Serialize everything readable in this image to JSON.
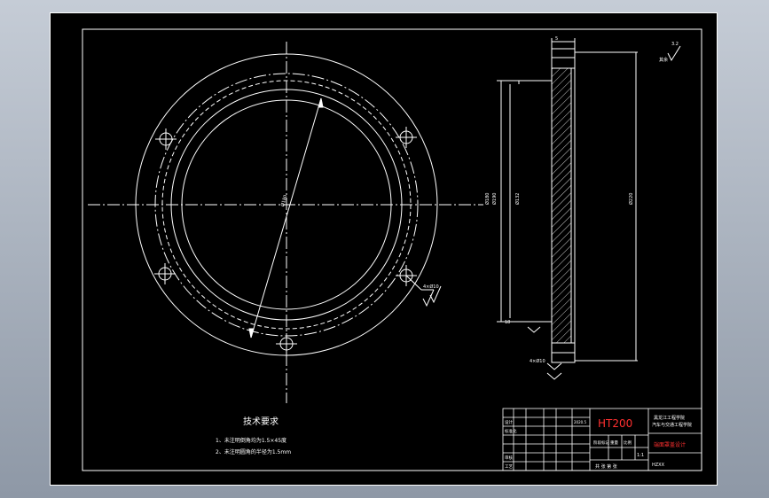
{
  "drawing": {
    "tech_req_title": "技术要求",
    "tech_req_items": [
      "1、未注明倒角均为1.5×45度",
      "2、未注明圆角的半径为1.5mm"
    ],
    "front_view_dim": "Ø180",
    "section_view": {
      "top_width": "5",
      "roughness": "3.2",
      "bore_dia": "Ø180",
      "step_dia": "Ø190",
      "inner_dim": "Ø132",
      "outer_dia": "Ø220",
      "bottom_dim": "18",
      "chamfer_note": "4×Ø10"
    },
    "surface_finish_note": "其余",
    "title_block": {
      "material": "HT200",
      "school": "黑龙江工程学院",
      "department": "汽车与交通工程学院",
      "part_name": "端面罩盖设计",
      "scale_label": "比例",
      "scale_value": "1:1",
      "stage_label": "阶段标记",
      "weight_label": "重量",
      "sheets_label": "共 张 第 张",
      "drawing_no": "HZXX",
      "designer_row": "设计",
      "checker_row": "审核",
      "process_row": "工艺",
      "approve_row": "标准化",
      "date_value": "2020.5"
    }
  }
}
